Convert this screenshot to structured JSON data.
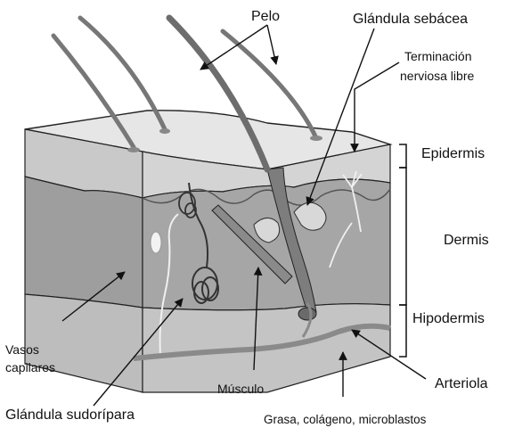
{
  "labels": {
    "pelo": "Pelo",
    "glandula_sebacea": "Glándula sebácea",
    "terminacion_line1": "Terminación",
    "terminacion_line2": "nerviosa libre",
    "epidermis": "Epidermis",
    "dermis": "Dermis",
    "hipodermis": "Hipodermis",
    "vasos_line1": "Vasos",
    "vasos_line2": "capilares",
    "musculo": "Músculo",
    "arteriola": "Arteriola",
    "glandula_sudoripara": "Glándula sudorípara",
    "grasa": "Grasa, colágeno, microblastos"
  },
  "colors": {
    "epidermis_top": "#dcdcdc",
    "dermis": "#a9a9a9",
    "dermis_dark": "#8f8f8f",
    "hipodermis": "#c8c8c8",
    "right_face": "#b4b4b4",
    "hair": "#7a7a7a",
    "line": "#111111"
  }
}
